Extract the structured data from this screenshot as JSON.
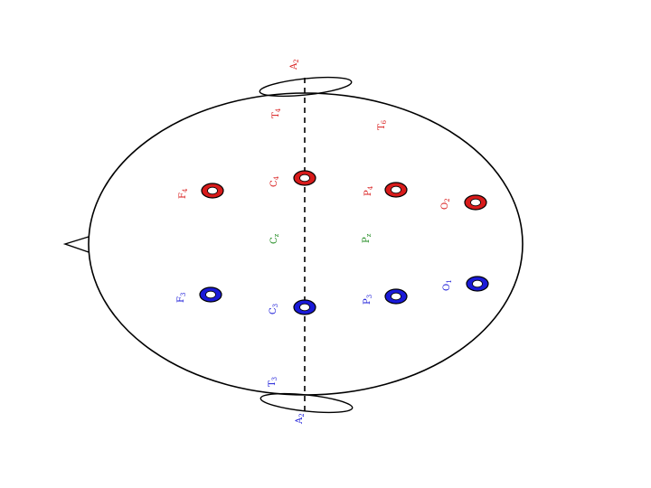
{
  "colors": {
    "right_hemisphere": "#d81b1b",
    "left_hemisphere": "#1a1ad8",
    "midline": "#1e8a1e",
    "outline": "#000000"
  },
  "labels": {
    "a_top": "A",
    "a_top_sub": "2",
    "t4": "T",
    "t4_sub": "4",
    "t6": "T",
    "t6_sub": "6",
    "f4": "F",
    "f4_sub": "4",
    "c4": "C",
    "c4_sub": "4",
    "p4": "P",
    "p4_sub": "4",
    "o2": "O",
    "o2_sub": "2",
    "cz": "C",
    "cz_sub": "z",
    "pz": "P",
    "pz_sub": "z",
    "f3": "F",
    "f3_sub": "3",
    "c3": "C",
    "c3_sub": "3",
    "p3": "P",
    "p3_sub": "3",
    "o1": "O",
    "o1_sub": "1",
    "t3": "T",
    "t3_sub": "3",
    "a_bottom": "A",
    "a_bottom_sub": "2"
  }
}
